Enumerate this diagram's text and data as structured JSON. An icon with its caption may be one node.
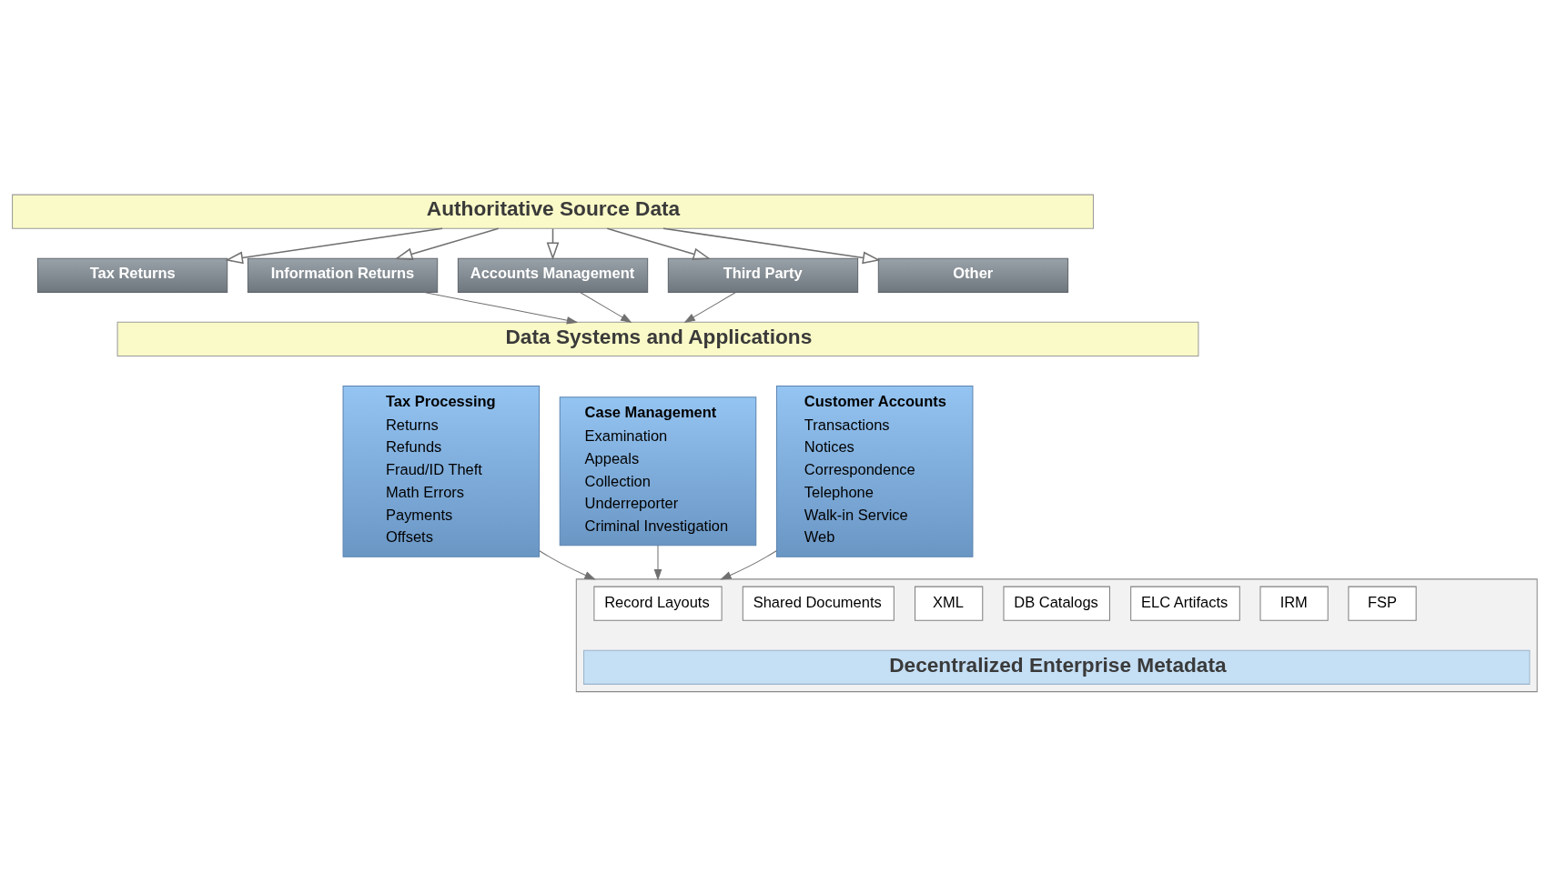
{
  "diagram": {
    "nodes": [
      {
        "text": [
          "Authoritative Source Data"
        ]
      },
      {
        "text": [
          "Tax Returns"
        ]
      },
      {
        "text": [
          "Information Returns"
        ]
      },
      {
        "text": [
          "Accounts Management"
        ]
      },
      {
        "text": [
          "Third Party"
        ]
      },
      {
        "text": [
          "Other"
        ]
      },
      {
        "text": [
          "Data Systems and Applications"
        ]
      },
      {
        "text": [
          "Tax Processing",
          "Returns",
          "Refunds",
          "Fraud/ID Theft",
          "Math Errors",
          "Payments",
          "Offsets"
        ]
      },
      {
        "text": [
          "Case Management",
          "Examination",
          "Appeals",
          "Collection",
          "Underreporter",
          "Criminal Investigation"
        ]
      },
      {
        "text": [
          "Customer Accounts",
          "Transactions",
          "Notices",
          "Correspondence",
          "Telephone",
          "Walk-in Service",
          "Web"
        ]
      },
      {
        "text": [],
        "shape": "box"
      },
      {
        "text": [
          "Record Layouts"
        ],
        "in": 10
      },
      {
        "text": [
          "Shared Documents"
        ],
        "in": 10
      },
      {
        "text": [
          "XML"
        ],
        "in": 10
      },
      {
        "text": [
          "DB Catalogs"
        ],
        "in": 10
      },
      {
        "text": [
          "ELC Artifacts"
        ],
        "in": 10
      },
      {
        "text": [
          "IRM"
        ],
        "in": 10
      },
      {
        "text": [
          "FSP"
        ],
        "in": 10
      },
      {
        "text": [
          "Decentralized Enterprise Metadata"
        ],
        "in": 10
      }
    ],
    "edges": [
      {
        "from": 0,
        "to": 1,
        "arrow": "to"
      },
      {
        "from": 0,
        "to": 2,
        "arrow": "to"
      },
      {
        "from": 0,
        "to": 3,
        "arrow": "to"
      },
      {
        "from": 0,
        "to": 4,
        "arrow": "to"
      },
      {
        "from": 0,
        "to": 5,
        "arrow": "to"
      },
      {
        "from": 2,
        "to": 6,
        "arrow": "to"
      },
      {
        "from": 3,
        "to": 6,
        "arrow": "to"
      },
      {
        "from": 4,
        "to": 6,
        "arrow": "to"
      },
      {
        "from": 7,
        "to": 10,
        "arrow": "to"
      },
      {
        "from": 8,
        "to": 10,
        "arrow": "to"
      },
      {
        "from": 9,
        "to": 10,
        "arrow": "to"
      }
    ]
  }
}
